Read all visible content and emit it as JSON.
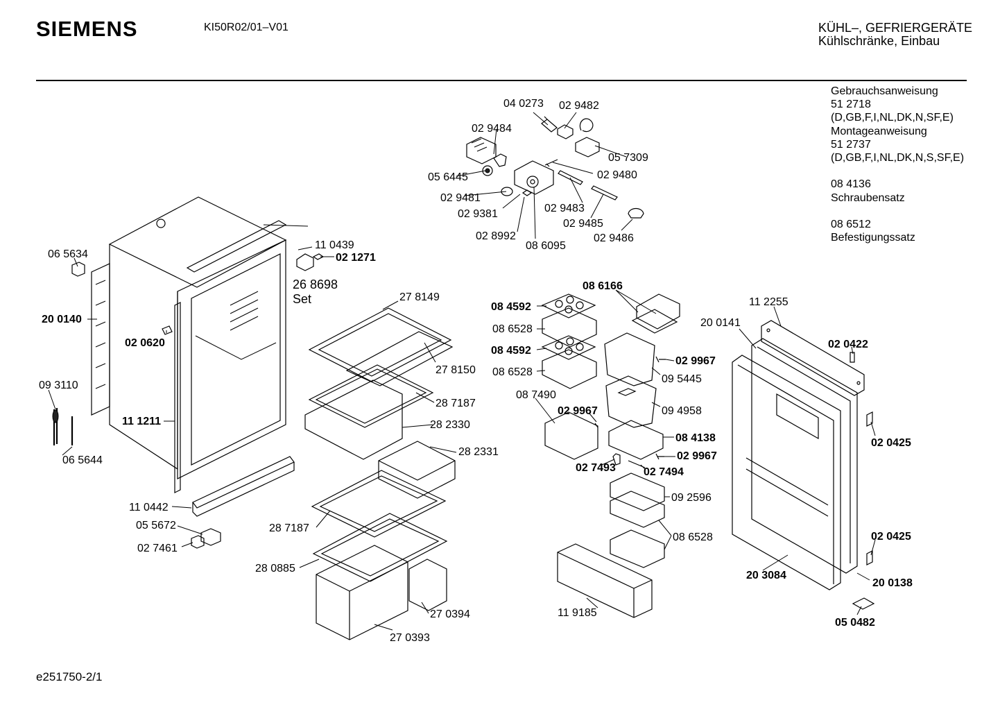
{
  "header": {
    "brand": "SIEMENS",
    "model": "KI50R02/01–V01",
    "category_line1": "KÜHL–, GEFRIERGERÄTE",
    "category_line2": "Kühlschränke, Einbau"
  },
  "documents": [
    "Gebrauchsanweisung",
    "51 2718",
    "(D,GB,F,I,NL,DK,N,SF,E)",
    "Montageanweisung",
    "51 2737",
    "(D,GB,F,I,NL,DK,N,S,SF,E)",
    "",
    "08 4136",
    "Schraubensatz",
    "",
    "08 6512",
    "Befestigungssatz"
  ],
  "parts": {
    "p040273": "04 0273",
    "p029482": "02 9482",
    "p029484": "02 9484",
    "p057309": "05 7309",
    "p056445": "05 6445",
    "p029480": "02 9480",
    "p029481": "02 9481",
    "p029381": "02 9381",
    "p029483": "02 9483",
    "p029485": "02 9485",
    "p029486": "02 9486",
    "p028992": "02 8992",
    "p086095": "08 6095",
    "p065634": "06 5634",
    "p110439": "11 0439",
    "p021271": "02 1271",
    "p268698": "26 8698",
    "set": "Set",
    "p200140": "20 0140",
    "p020620": "02 0620",
    "p093110": "09 3110",
    "p111211": "11 1211",
    "p065644": "06 5644",
    "p110442": "11 0442",
    "p055672": "05 5672",
    "p027461": "02 7461",
    "p278149": "27 8149",
    "p278150": "27 8150",
    "p287187a": "28 7187",
    "p282330": "28 2330",
    "p282331": "28 2331",
    "p287187b": "28 7187",
    "p280885": "28 0885",
    "p270394": "27 0394",
    "p270393": "27 0393",
    "p086166": "08 6166",
    "p084592a": "08 4592",
    "p086528a": "08 6528",
    "p084592b": "08 4592",
    "p086528b": "08 6528",
    "p029967a": "02 9967",
    "p095445": "09 5445",
    "p087490": "08 7490",
    "p029967b": "02 9967",
    "p094958": "09 4958",
    "p084138": "08 4138",
    "p029967c": "02 9967",
    "p027493": "02 7493",
    "p027494": "02 7494",
    "p092596": "09 2596",
    "p086528c": "08 6528",
    "p119185": "11 9185",
    "p112255": "11 2255",
    "p200141": "20 0141",
    "p020422": "02 0422",
    "p020425a": "02 0425",
    "p020425b": "02 0425",
    "p203084": "20 3084",
    "p200138": "20 0138",
    "p050482": "05 0482"
  },
  "footer": {
    "drawing_id": "e251750-2/1"
  }
}
